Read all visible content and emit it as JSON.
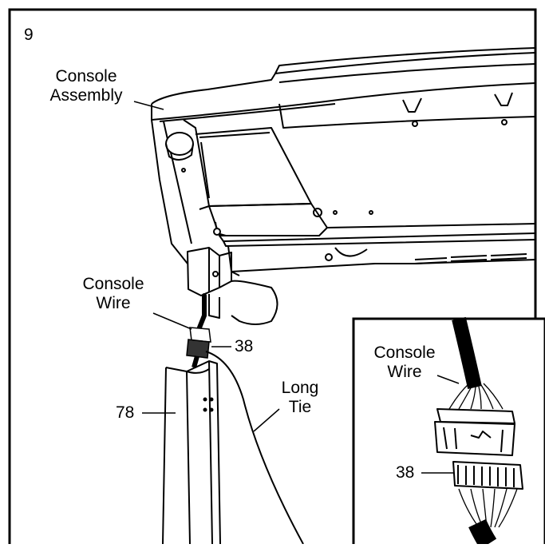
{
  "step_number": "9",
  "labels": {
    "console_assembly": [
      "Console",
      "Assembly"
    ],
    "console_wire": [
      "Console",
      "Wire"
    ],
    "connector_38": "38",
    "upright_78": "78",
    "long_tie": [
      "Long",
      "Tie"
    ]
  },
  "inset": {
    "console_wire": [
      "Console",
      "Wire"
    ],
    "connector_38": "38"
  },
  "colors": {
    "line": "#000000",
    "background": "#ffffff"
  }
}
